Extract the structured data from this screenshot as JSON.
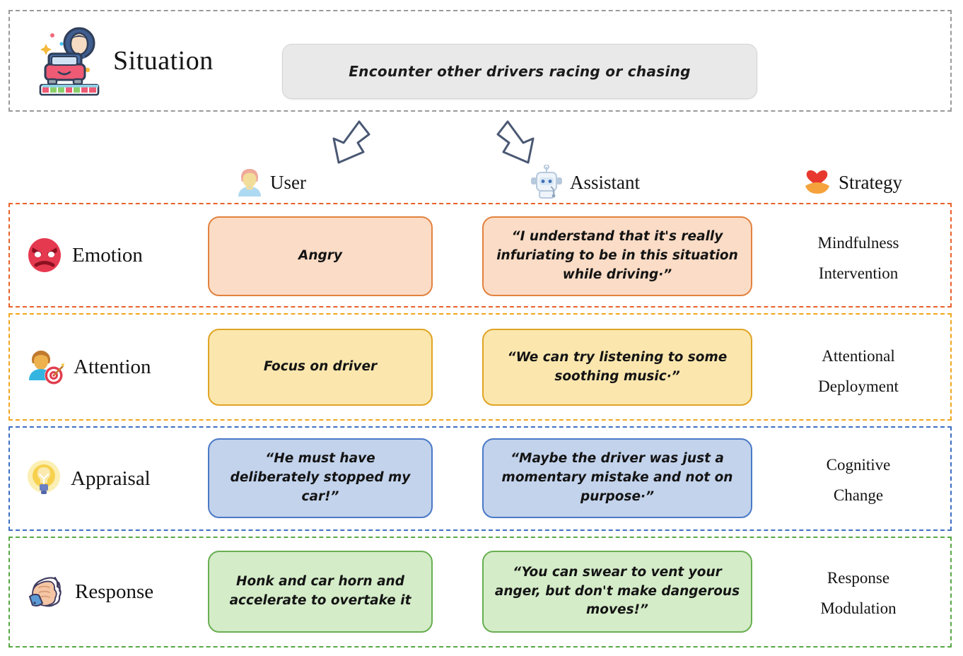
{
  "situation": {
    "icon": "driver-in-car-icon",
    "label": "Situation",
    "text": "Encounter other drivers racing or chasing"
  },
  "arrows": {
    "to_user": "arrow-down-left",
    "to_assistant": "arrow-down-right"
  },
  "columns": [
    {
      "key": "user",
      "label": "User",
      "icon": "user-avatar-icon"
    },
    {
      "key": "assistant",
      "label": "Assistant",
      "icon": "robot-icon"
    },
    {
      "key": "strategy",
      "label": "Strategy",
      "icon": "heart-in-hand-icon"
    }
  ],
  "colors": {
    "emotion": "#e8622a",
    "attention": "#f0a620",
    "appraisal": "#3d6fc4",
    "response": "#58a845",
    "situation_border": "#9a9a9a",
    "situation_fill": "#e9e9e9",
    "emotion_fill": "#fbdcc6",
    "attention_fill": "#fbe7ae",
    "appraisal_fill": "#c3d3ec",
    "response_fill": "#d4ecc8"
  },
  "rows": [
    {
      "key": "emotion",
      "icon": "angry-face-icon",
      "label": "Emotion",
      "user": "Angry",
      "assistant": "“I understand that it's really infuriating to be in this situation while driving·”",
      "strategy_line1": "Mindfulness",
      "strategy_line2": "Intervention"
    },
    {
      "key": "attention",
      "icon": "person-with-target-icon",
      "label": "Attention",
      "user": "Focus on driver",
      "assistant": "“We can try listening to some soothing music·”",
      "strategy_line1": "Attentional",
      "strategy_line2": "Deployment"
    },
    {
      "key": "appraisal",
      "icon": "light-bulb-icon",
      "label": "Appraisal",
      "user": "“He must have deliberately stopped my car!”",
      "assistant": "“Maybe the driver was just a momentary mistake and not on purpose·”",
      "strategy_line1": "Cognitive",
      "strategy_line2": "Change"
    },
    {
      "key": "response",
      "icon": "fist-icon",
      "label": "Response",
      "user": "Honk and car horn and accelerate to overtake it",
      "assistant": "“You can swear to vent your anger, but don't make dangerous moves!”",
      "strategy_line1": "Response",
      "strategy_line2": "Modulation"
    }
  ]
}
